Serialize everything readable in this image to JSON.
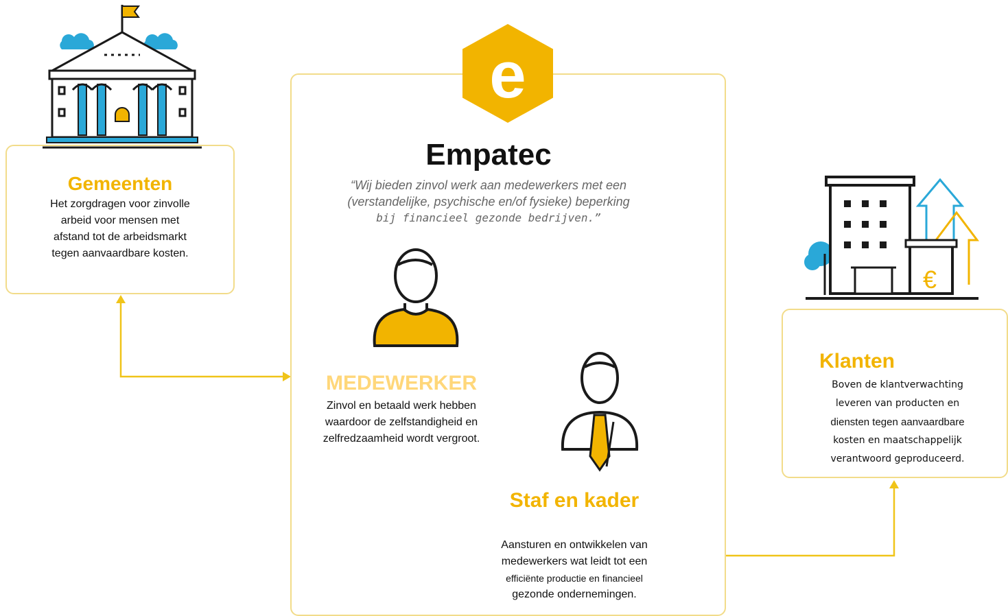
{
  "colors": {
    "accent": "#f2b400",
    "accent_light": "#ffd77a",
    "border": "#f2dc8a",
    "line": "#f0c419",
    "blue": "#2aa8d8",
    "dark": "#1a1a1a"
  },
  "logo": {
    "letter": "e"
  },
  "empatec": {
    "title": "Empatec",
    "quote_line1": "“Wij bieden zinvol werk aan medewerkers met een",
    "quote_line2": "(verstandelijke, psychische en/of fysieke) beperking",
    "quote_line3": "bij financieel gezonde bedrijven.”"
  },
  "gemeenten": {
    "title": "Gemeenten",
    "lines": [
      "Het zorgdragen voor zinvolle",
      "arbeid voor mensen met",
      "afstand tot de arbeidsmarkt",
      "tegen aanvaardbare kosten."
    ]
  },
  "medewerker": {
    "title": "MEDEWERKER",
    "lines": [
      "Zinvol en betaald werk hebben",
      "waardoor de zelfstandigheid en",
      "zelfredzaamheid wordt vergroot."
    ]
  },
  "staf": {
    "title": "Staf en kader",
    "lines": [
      "Aansturen en ontwikkelen van",
      "medewerkers wat leidt tot een",
      "efficiënte productie en financieel",
      "gezonde ondernemingen."
    ]
  },
  "klanten": {
    "title": "Klanten",
    "lines": [
      "Boven de klantverwachting",
      "leveren van producten en",
      "diensten tegen aanvaardbare",
      "kosten en maatschappelijk",
      "verantwoord geproduceerd."
    ]
  },
  "icons": {
    "city_hall": "city-hall-icon",
    "employee": "employee-icon",
    "manager": "manager-icon",
    "company": "company-building-icon"
  }
}
